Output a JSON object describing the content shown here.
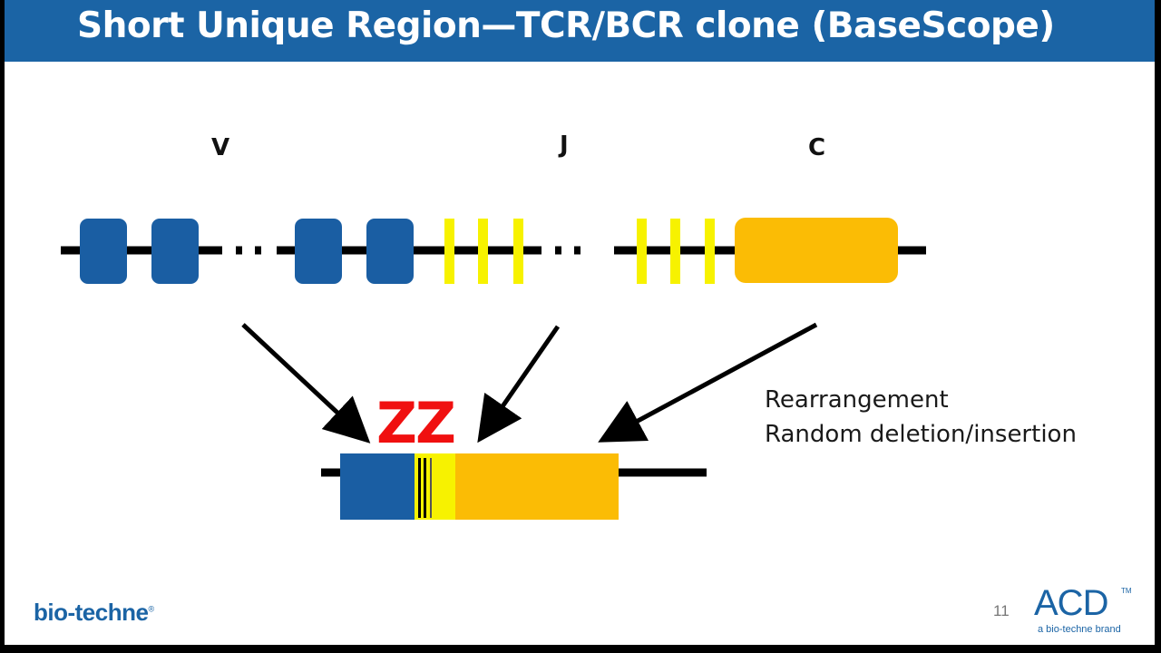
{
  "title": "Short Unique Region—TCR/BCR clone (BaseScope)",
  "segments": {
    "v": "V",
    "j": "J",
    "c": "C"
  },
  "caption": {
    "line1": "Rearrangement",
    "line2": "Random deletion/insertion"
  },
  "probe_label": "ZZ",
  "footer": {
    "logo": "bio-techne",
    "page_number": "11",
    "acd_logo": "ACD",
    "acd_trademark": "TM",
    "acd_subtitle": "a bio-techne brand"
  },
  "colors": {
    "title_bar": "#1b64a5",
    "v_segment": "#1a5ea3",
    "j_segment": "#f7f200",
    "c_segment": "#fbbc05",
    "probe": "#f01010",
    "line": "#000000"
  }
}
